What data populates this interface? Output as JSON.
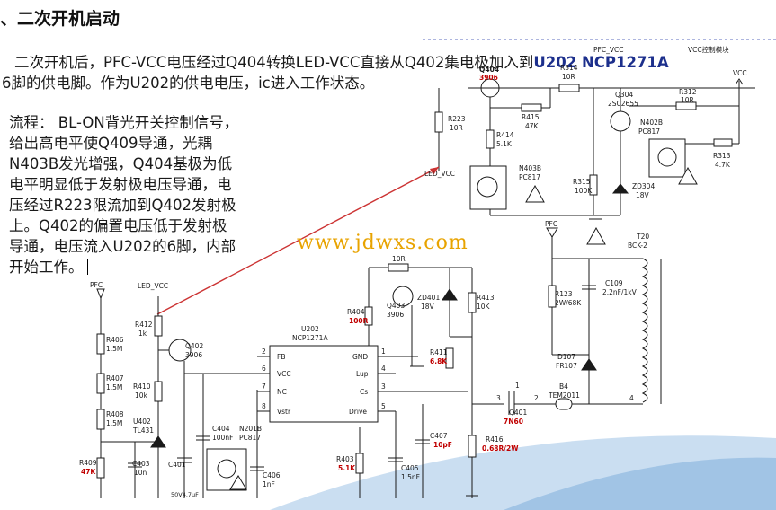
{
  "heading": "、二次开机启动",
  "paragraph": {
    "line1_prefix": "二次开机后，PFC-VCC电压经过Q404转换LED-VCC直接从Q402集电极加入到",
    "line1_highlight": "U202 NCP1271A",
    "line2": "6脚的供电脚。作为U202的供电电压，ic进入工作状态。"
  },
  "flow_lines": [
    "流程： BL-ON背光开关控制信号，",
    "给出高电平使Q409导通，光耦",
    "N403B发光增强，Q404基极为低",
    "电平明显低于发射极电压导通，电",
    "压经过R223限流加到Q402发射极",
    "上。Q402的偏置电压低于发射极",
    "导通，电压流入U202的6脚，内部",
    "开始工作。"
  ],
  "watermark": "www.jdwxs.com",
  "colors": {
    "wire": "#1a1a1a",
    "component_label": "#1a1a1a",
    "value_red": "#c00000",
    "value_blue": "#1c2f8c",
    "frame_dashed": "#5b6bbf",
    "watermark": "#e8a300",
    "arrow_red": "#cc3333",
    "swoosh": "#9fc3e6"
  },
  "schematic_top": {
    "frame_label": "VCC控制模块",
    "pfc_vcc_label": "PFC_VCC",
    "vcc_label": "VCC",
    "led_vcc_label": "LED_VCC",
    "q404": {
      "name": "Q404",
      "value": "3906"
    },
    "r314": {
      "name": "R314",
      "value": "10R"
    },
    "r223": {
      "name": "R223",
      "value": "10R"
    },
    "r415": {
      "name": "R415",
      "value": "47K"
    },
    "r414": {
      "name": "R414",
      "value": "5.1K"
    },
    "n403b": {
      "name": "N403B",
      "value": "PC817"
    },
    "q304": {
      "name": "Q304",
      "value": "2SC2655"
    },
    "r312": {
      "name": "R312",
      "value": "10R"
    },
    "n402b": {
      "name": "N402B",
      "value": "PC817"
    },
    "r313": {
      "name": "R313",
      "value": "4.7K"
    },
    "r315": {
      "name": "R315",
      "value": "100K"
    },
    "zd304": {
      "name": "ZD304",
      "value": "18V"
    }
  },
  "schematic_bottom": {
    "pfc_label": "PFC",
    "led_vcc_label": "LED_VCC",
    "r406": {
      "name": "R406",
      "value": "1.5M"
    },
    "r407": {
      "name": "R407",
      "value": "1.5M"
    },
    "r408": {
      "name": "R408",
      "value": "1.5M"
    },
    "r409": {
      "name": "R409",
      "value": "47K"
    },
    "c403": {
      "name": "C403",
      "value": "10n"
    },
    "u402": {
      "name": "U402",
      "value": "TL431"
    },
    "r412": {
      "name": "R412",
      "value": "1k"
    },
    "q402": {
      "name": "Q402",
      "value": "3906"
    },
    "r410": {
      "name": "R410",
      "value": "10k"
    },
    "c401": {
      "name": "C401",
      "value": "50V4.7uF"
    },
    "c404": {
      "name": "C404",
      "value": "100nF"
    },
    "n201b": {
      "name": "N201B",
      "value": "PC817"
    },
    "c406": {
      "name": "C406",
      "value": "1nF"
    },
    "u202": {
      "name": "U202",
      "value": "NCP1271A",
      "pins": {
        "p2": "2",
        "p6": "6",
        "p7": "7",
        "p8": "8",
        "p1": "1",
        "p4": "4",
        "p3": "3",
        "p5": "5"
      },
      "pin_names": {
        "fb": "FB",
        "vcc": "VCC",
        "nc": "NC",
        "vstr": "Vstr",
        "gnd": "GND",
        "lup": "Lup",
        "cs": "Cs",
        "drive": "Drive"
      }
    },
    "r403": {
      "name": "R403",
      "value": "5.1K"
    },
    "c405": {
      "name": "C405",
      "value": "1.5nF"
    },
    "c407": {
      "name": "C407",
      "value": "10pF"
    },
    "r404": {
      "name": "R404",
      "value": "100R"
    },
    "q403": {
      "name": "Q403",
      "value": "3906"
    },
    "r_top": {
      "value": "10R"
    },
    "zd401": {
      "name": "ZD401",
      "value": "18V"
    },
    "r413": {
      "name": "R413",
      "value": "10K"
    },
    "r411": {
      "name": "R411",
      "value": "6.8K"
    },
    "q401": {
      "name": "Q401",
      "value": "7N60"
    },
    "r416": {
      "name": "R416",
      "value": "0.68R/2W"
    },
    "r123": {
      "name": "R123",
      "value": "2W/68K"
    },
    "c109": {
      "name": "C109",
      "value": "2.2nF/1kV"
    },
    "d107": {
      "name": "D107",
      "value": "FR107"
    },
    "b4": {
      "name": "B4",
      "value": "TEM2011"
    },
    "t20": {
      "name": "T20",
      "value": "BCK-2"
    },
    "pin_labels": {
      "n4": "4",
      "n2": "2",
      "n3": "3",
      "n1": "1"
    }
  }
}
